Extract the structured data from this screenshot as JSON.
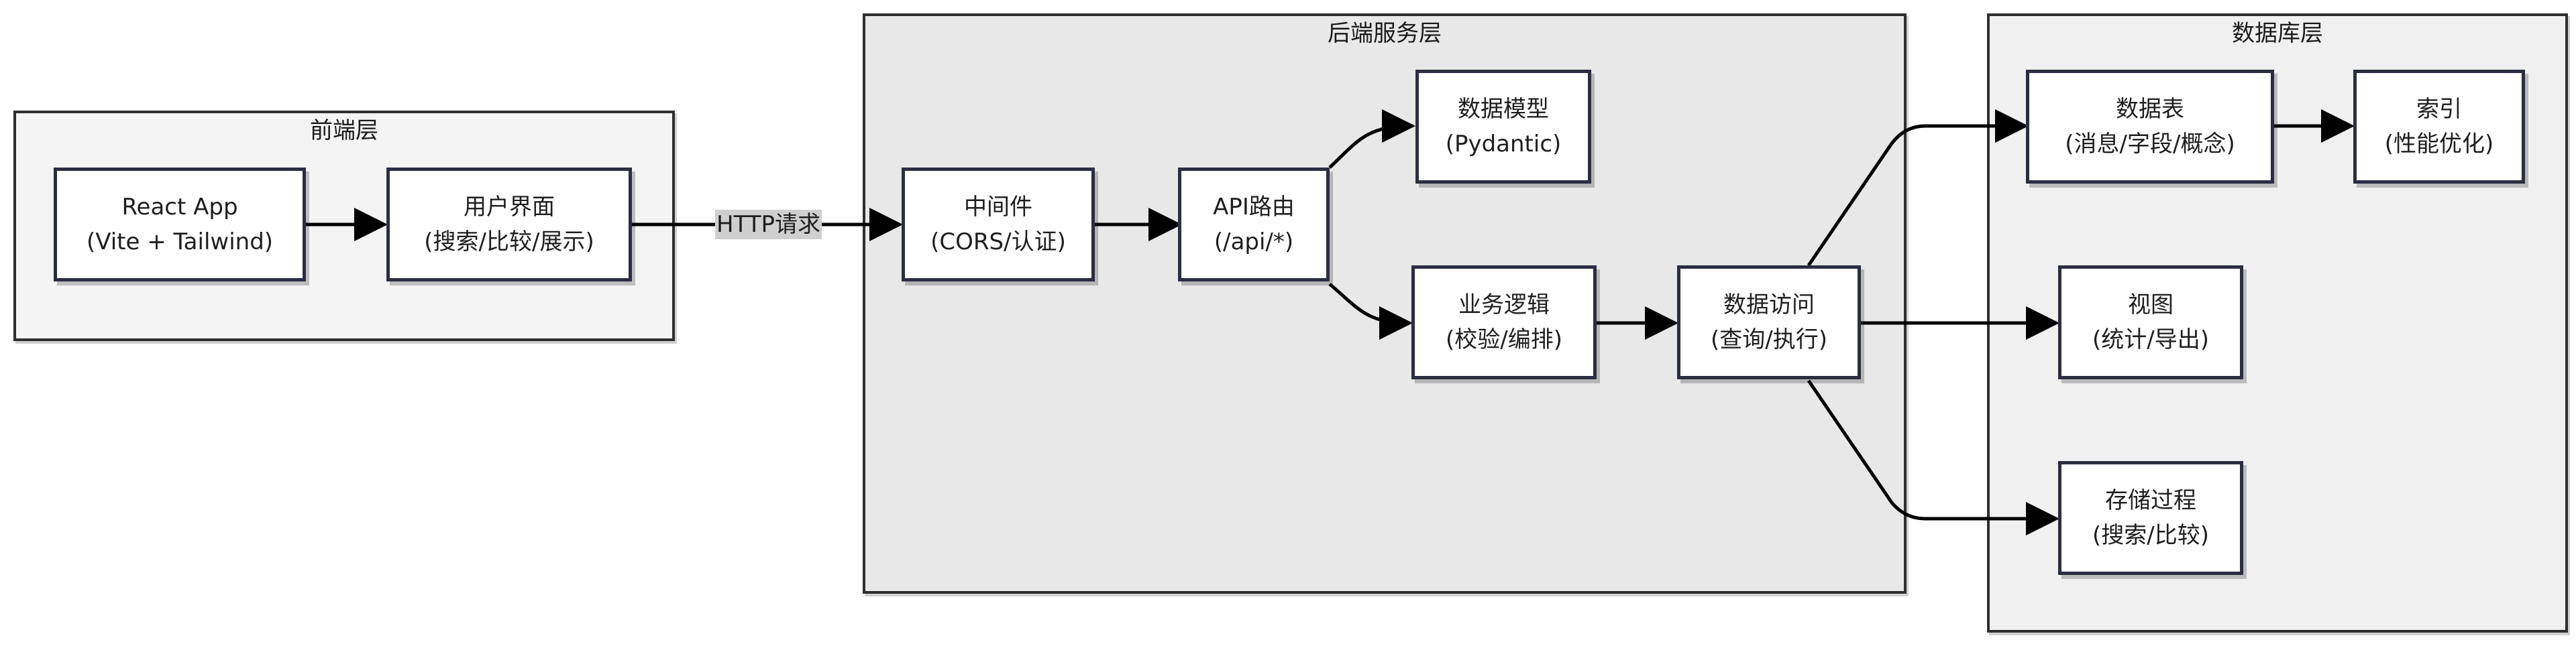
{
  "clusters": {
    "frontend": {
      "title": "前端层"
    },
    "backend": {
      "title": "后端服务层"
    },
    "database": {
      "title": "数据库层"
    }
  },
  "nodes": {
    "react_app": {
      "line1": "React App",
      "line2": "(Vite + Tailwind)"
    },
    "ui": {
      "line1": "用户界面",
      "line2": "(搜索/比较/展示)"
    },
    "middleware": {
      "line1": "中间件",
      "line2": "(CORS/认证)"
    },
    "api_router": {
      "line1": "API路由",
      "line2": "(/api/*)"
    },
    "data_model": {
      "line1": "数据模型",
      "line2": "(Pydantic)"
    },
    "business_logic": {
      "line1": "业务逻辑",
      "line2": "(校验/编排)"
    },
    "data_access": {
      "line1": "数据访问",
      "line2": "(查询/执行)"
    },
    "tables": {
      "line1": "数据表",
      "line2": "(消息/字段/概念)"
    },
    "index": {
      "line1": "索引",
      "line2": "(性能优化)"
    },
    "views": {
      "line1": "视图",
      "line2": "(统计/导出)"
    },
    "procedures": {
      "line1": "存储过程",
      "line2": "(搜索/比较)"
    }
  },
  "edges": {
    "http_label": "HTTP请求"
  },
  "colors": {
    "frontend_bg": "#f4f4f4",
    "backend_bg": "#e8e8e8",
    "database_bg": "#f0f0f0",
    "node_border": "#2b2d42",
    "edge": "#000000",
    "edge_label_bg": "#cfcfcf"
  }
}
